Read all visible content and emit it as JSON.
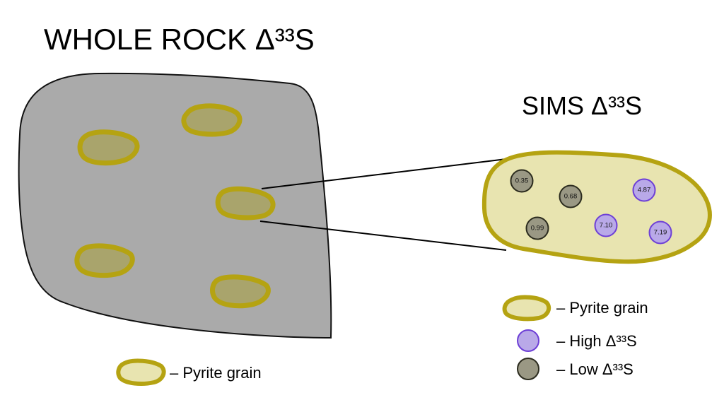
{
  "titles": {
    "whole_rock": "WHOLE ROCK Δ³³S",
    "sims": "SIMS Δ³³S"
  },
  "sims_spots": [
    {
      "label": "0.35",
      "group": "low"
    },
    {
      "label": "0.68",
      "group": "low"
    },
    {
      "label": "0.99",
      "group": "low"
    },
    {
      "label": "4.87",
      "group": "high"
    },
    {
      "label": "7.10",
      "group": "high"
    },
    {
      "label": "7.19",
      "group": "high"
    }
  ],
  "legend_left": {
    "pyrite": "– Pyrite grain"
  },
  "legend_right": {
    "pyrite": "– Pyrite grain",
    "high": "– High Δ³³S",
    "low": "– Low Δ³³S"
  },
  "colors": {
    "rock_fill": "#aaaaaa",
    "grain_fill": "#a9a46c",
    "grain_fill_light": "#e8e4b0",
    "grain_stroke": "#b5a312",
    "high_fill": "#b9a9e8",
    "high_stroke": "#6d3fd6",
    "low_fill": "#9a9884",
    "low_stroke": "#2b2b1e"
  }
}
